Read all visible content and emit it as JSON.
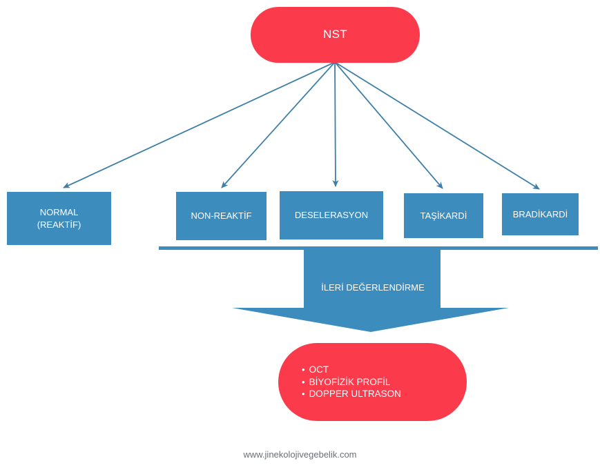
{
  "diagram": {
    "title": "NST",
    "root": {
      "label": "NST",
      "shape": "rounded-rectangle",
      "color": "#fb3b4b"
    },
    "branches": [
      {
        "id": "normal",
        "label": "NORMAL\n(REAKTİF)",
        "color": "#3d8cbe"
      },
      {
        "id": "non-reaktif",
        "label": "NON-REAKTİF",
        "color": "#3d8cbe"
      },
      {
        "id": "deselerasyon",
        "label": "DESELERASYON",
        "color": "#3d8cbe"
      },
      {
        "id": "tasikardi",
        "label": "TAŞİKARDİ",
        "color": "#3d8cbe"
      },
      {
        "id": "bradikardi",
        "label": "BRADİKARDİ",
        "color": "#3d8cbe"
      }
    ],
    "arrow_block": {
      "label": "İLERİ DEĞERLENDİRME",
      "color": "#3d8cbe"
    },
    "outcome": {
      "shape": "rounded-rectangle",
      "color": "#fb3b4b",
      "items": [
        {
          "bullet": "•",
          "label": "OCT"
        },
        {
          "bullet": "•",
          "label": "BİYOFİZİK PROFİL"
        },
        {
          "bullet": "•",
          "label": "DOPPER ULTRASON"
        }
      ]
    },
    "connector_color": "#3d7fa8"
  },
  "footer": {
    "watermark": "www.jinekolojivegebelik.com"
  }
}
